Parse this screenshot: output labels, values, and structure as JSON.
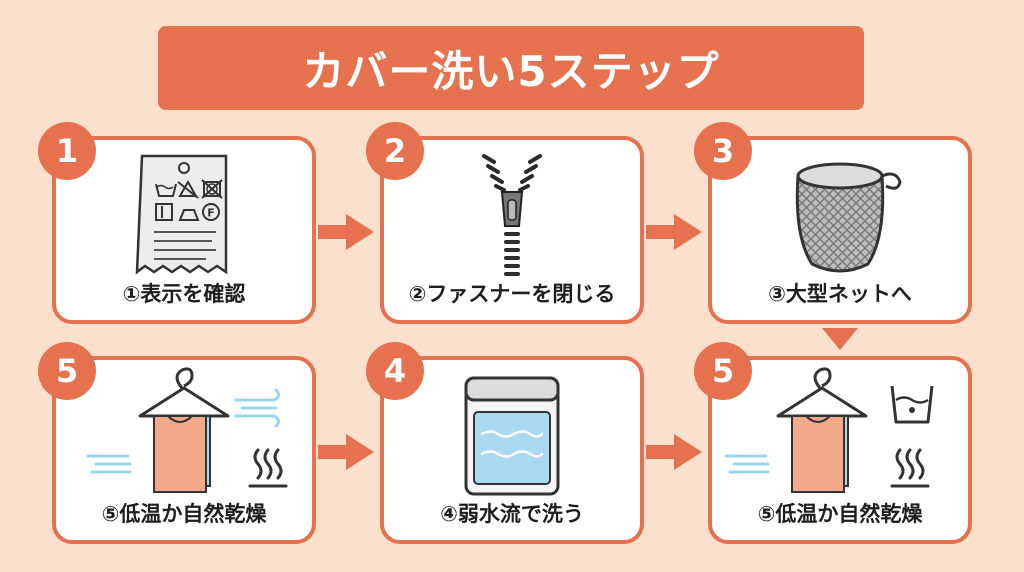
{
  "title": "カバー洗い5ステップ",
  "colors": {
    "accent": "#e5714e",
    "background": "#fbe0cd",
    "card": "#ffffff",
    "towel": "#f4a98b",
    "water": "#9fd3ee"
  },
  "steps": [
    {
      "number": "1",
      "label": "①表示を確認",
      "icon": "care-label-tag-icon"
    },
    {
      "number": "2",
      "label": "②ファスナーを閉じる",
      "icon": "zipper-icon"
    },
    {
      "number": "3",
      "label": "③大型ネットへ",
      "icon": "laundry-net-icon"
    },
    {
      "number": "5",
      "label": "⑤低温か自然乾燥",
      "icon": "hanger-dry-icon"
    },
    {
      "number": "4",
      "label": "④弱水流で洗う",
      "icon": "washing-machine-icon"
    },
    {
      "number": "5",
      "label": "⑤低温か自然乾燥",
      "icon": "hanger-dry-low-temp-icon"
    }
  ]
}
